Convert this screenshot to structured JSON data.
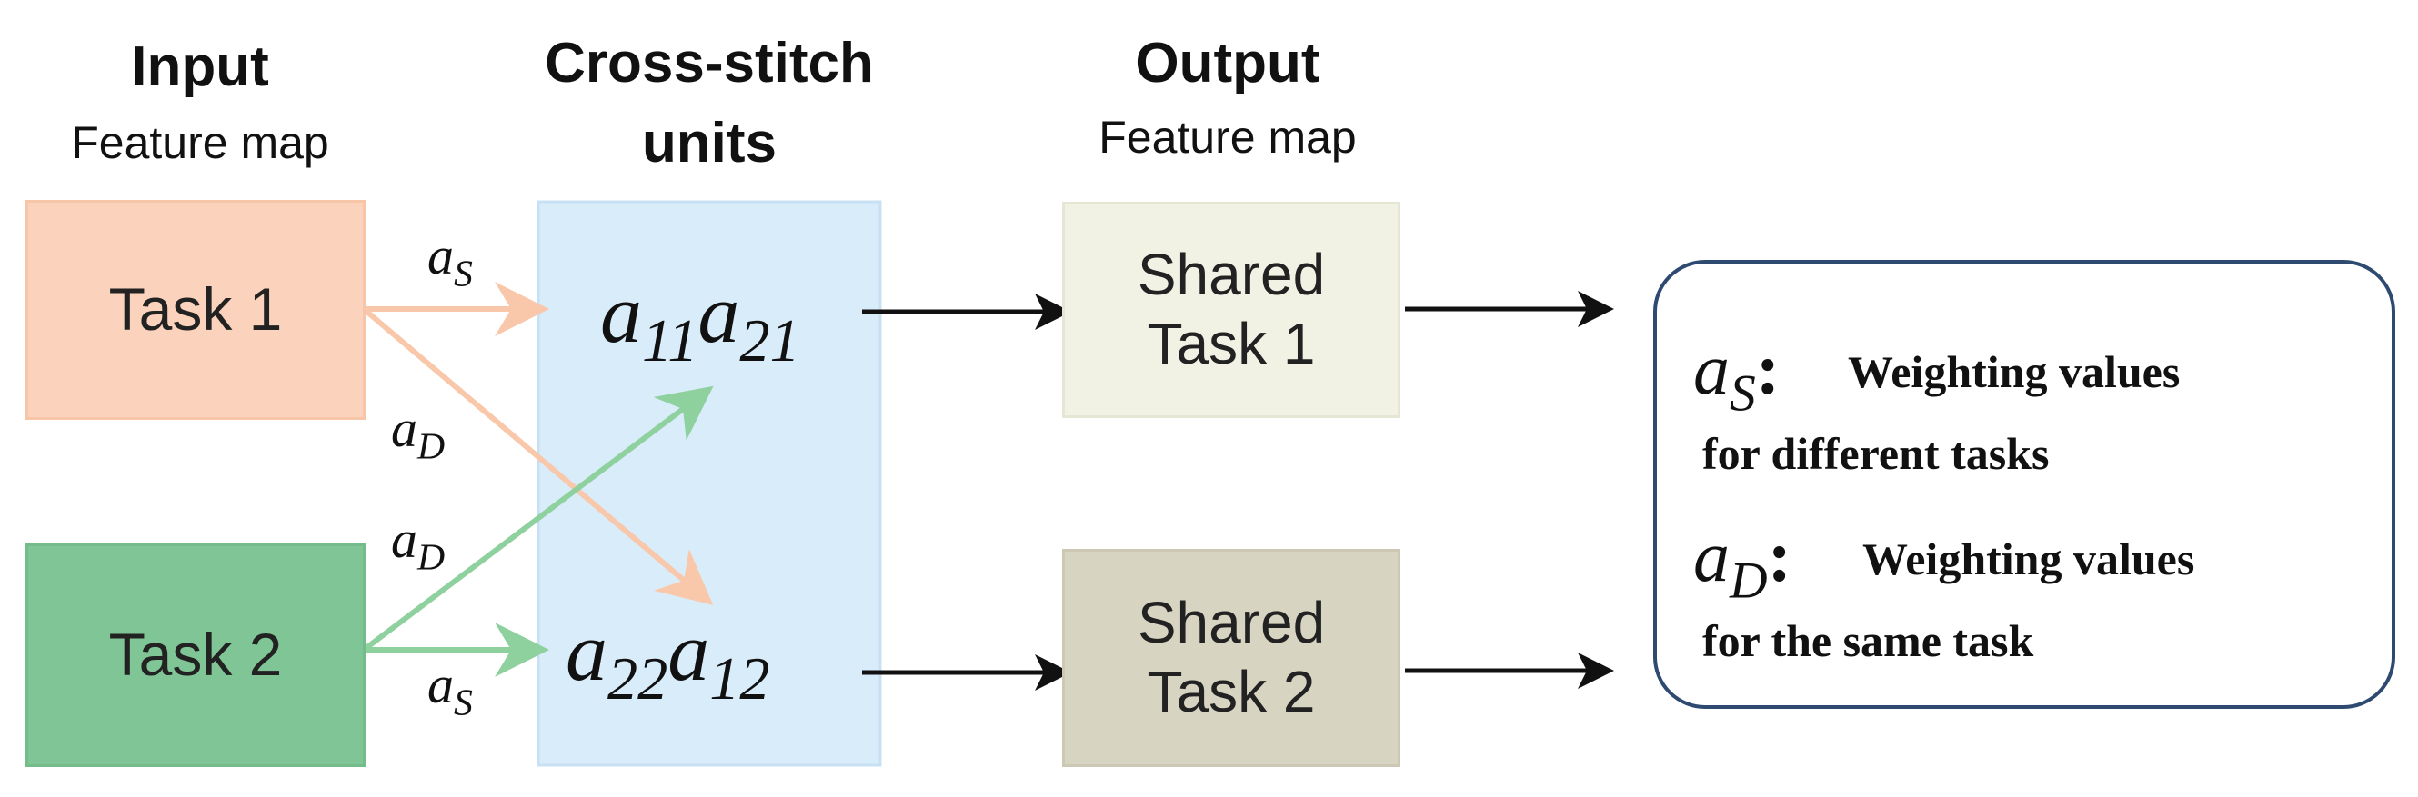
{
  "headers": {
    "input_title": "Input",
    "input_sub": "Feature map",
    "cross_title_1": "Cross-stitch",
    "cross_title_2": "units",
    "output_title": "Output",
    "output_sub": "Feature map"
  },
  "tasks": {
    "task1": "Task 1",
    "task2": "Task 2"
  },
  "outputs": {
    "shared1_line1": "Shared",
    "shared1_line2": "Task 1",
    "shared2_line1": "Shared",
    "shared2_line2": "Task 2"
  },
  "symbols": {
    "a": "a",
    "S": "S",
    "D": "D",
    "a11": "11",
    "a21": "21",
    "a22": "22",
    "a12": "12"
  },
  "legend": {
    "as_text_1": "Weighting values",
    "as_text_2": "for different tasks",
    "ad_text_1": "Weighting values",
    "ad_text_2": "for the same task",
    "colon": ":"
  },
  "colors": {
    "task1_fill": "#fbd3bc",
    "task2_fill": "#80c595",
    "cross_fill": "#d9ecfa",
    "shared1_fill": "#f1f1e4",
    "shared2_fill": "#d8d4c2",
    "orange_arrow": "#f9c7a9",
    "green_arrow": "#8fd19e",
    "legend_border": "#2e4a70"
  }
}
